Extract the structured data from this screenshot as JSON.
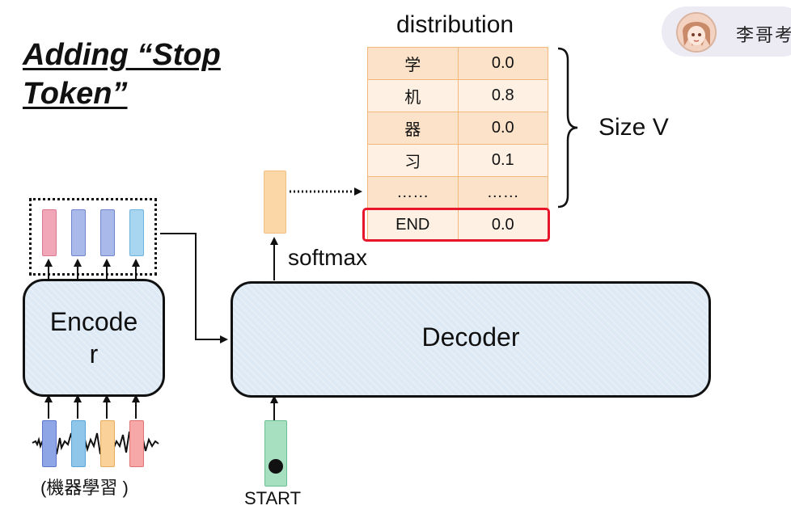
{
  "slide": {
    "title_line1": "Adding “Stop",
    "title_line2": "Token”"
  },
  "badge": {
    "text": "李哥考"
  },
  "distribution": {
    "title": "distribution",
    "rows": [
      {
        "token": "学",
        "prob": "0.0"
      },
      {
        "token": "机",
        "prob": "0.8"
      },
      {
        "token": "器",
        "prob": "0.0"
      },
      {
        "token": "习",
        "prob": "0.1"
      },
      {
        "token": "……",
        "prob": "……"
      },
      {
        "token": "END",
        "prob": "0.0"
      }
    ],
    "highlight_row": "END",
    "size_label": "Size V"
  },
  "decoder": {
    "label": "Decoder",
    "softmax_label": "softmax",
    "start_label": "START"
  },
  "encoder": {
    "label_line1": "Encode",
    "label_line2": "r",
    "input_caption": "(機器學習 )"
  },
  "colors": {
    "block_fill": "#dde9f4",
    "table_fill": "#fce2c8",
    "highlight": "#e8162a",
    "start_vector": "#a7dfc1",
    "softmax_vector": "#fbd7a8",
    "encoder_output_vectors": [
      "#f2a7b8",
      "#a9b9ea",
      "#a9b9ea",
      "#a8d6f0"
    ],
    "encoder_input_vectors": [
      "#8fa6e6",
      "#8fc6ea",
      "#fbd19a",
      "#f6a7a7"
    ]
  }
}
